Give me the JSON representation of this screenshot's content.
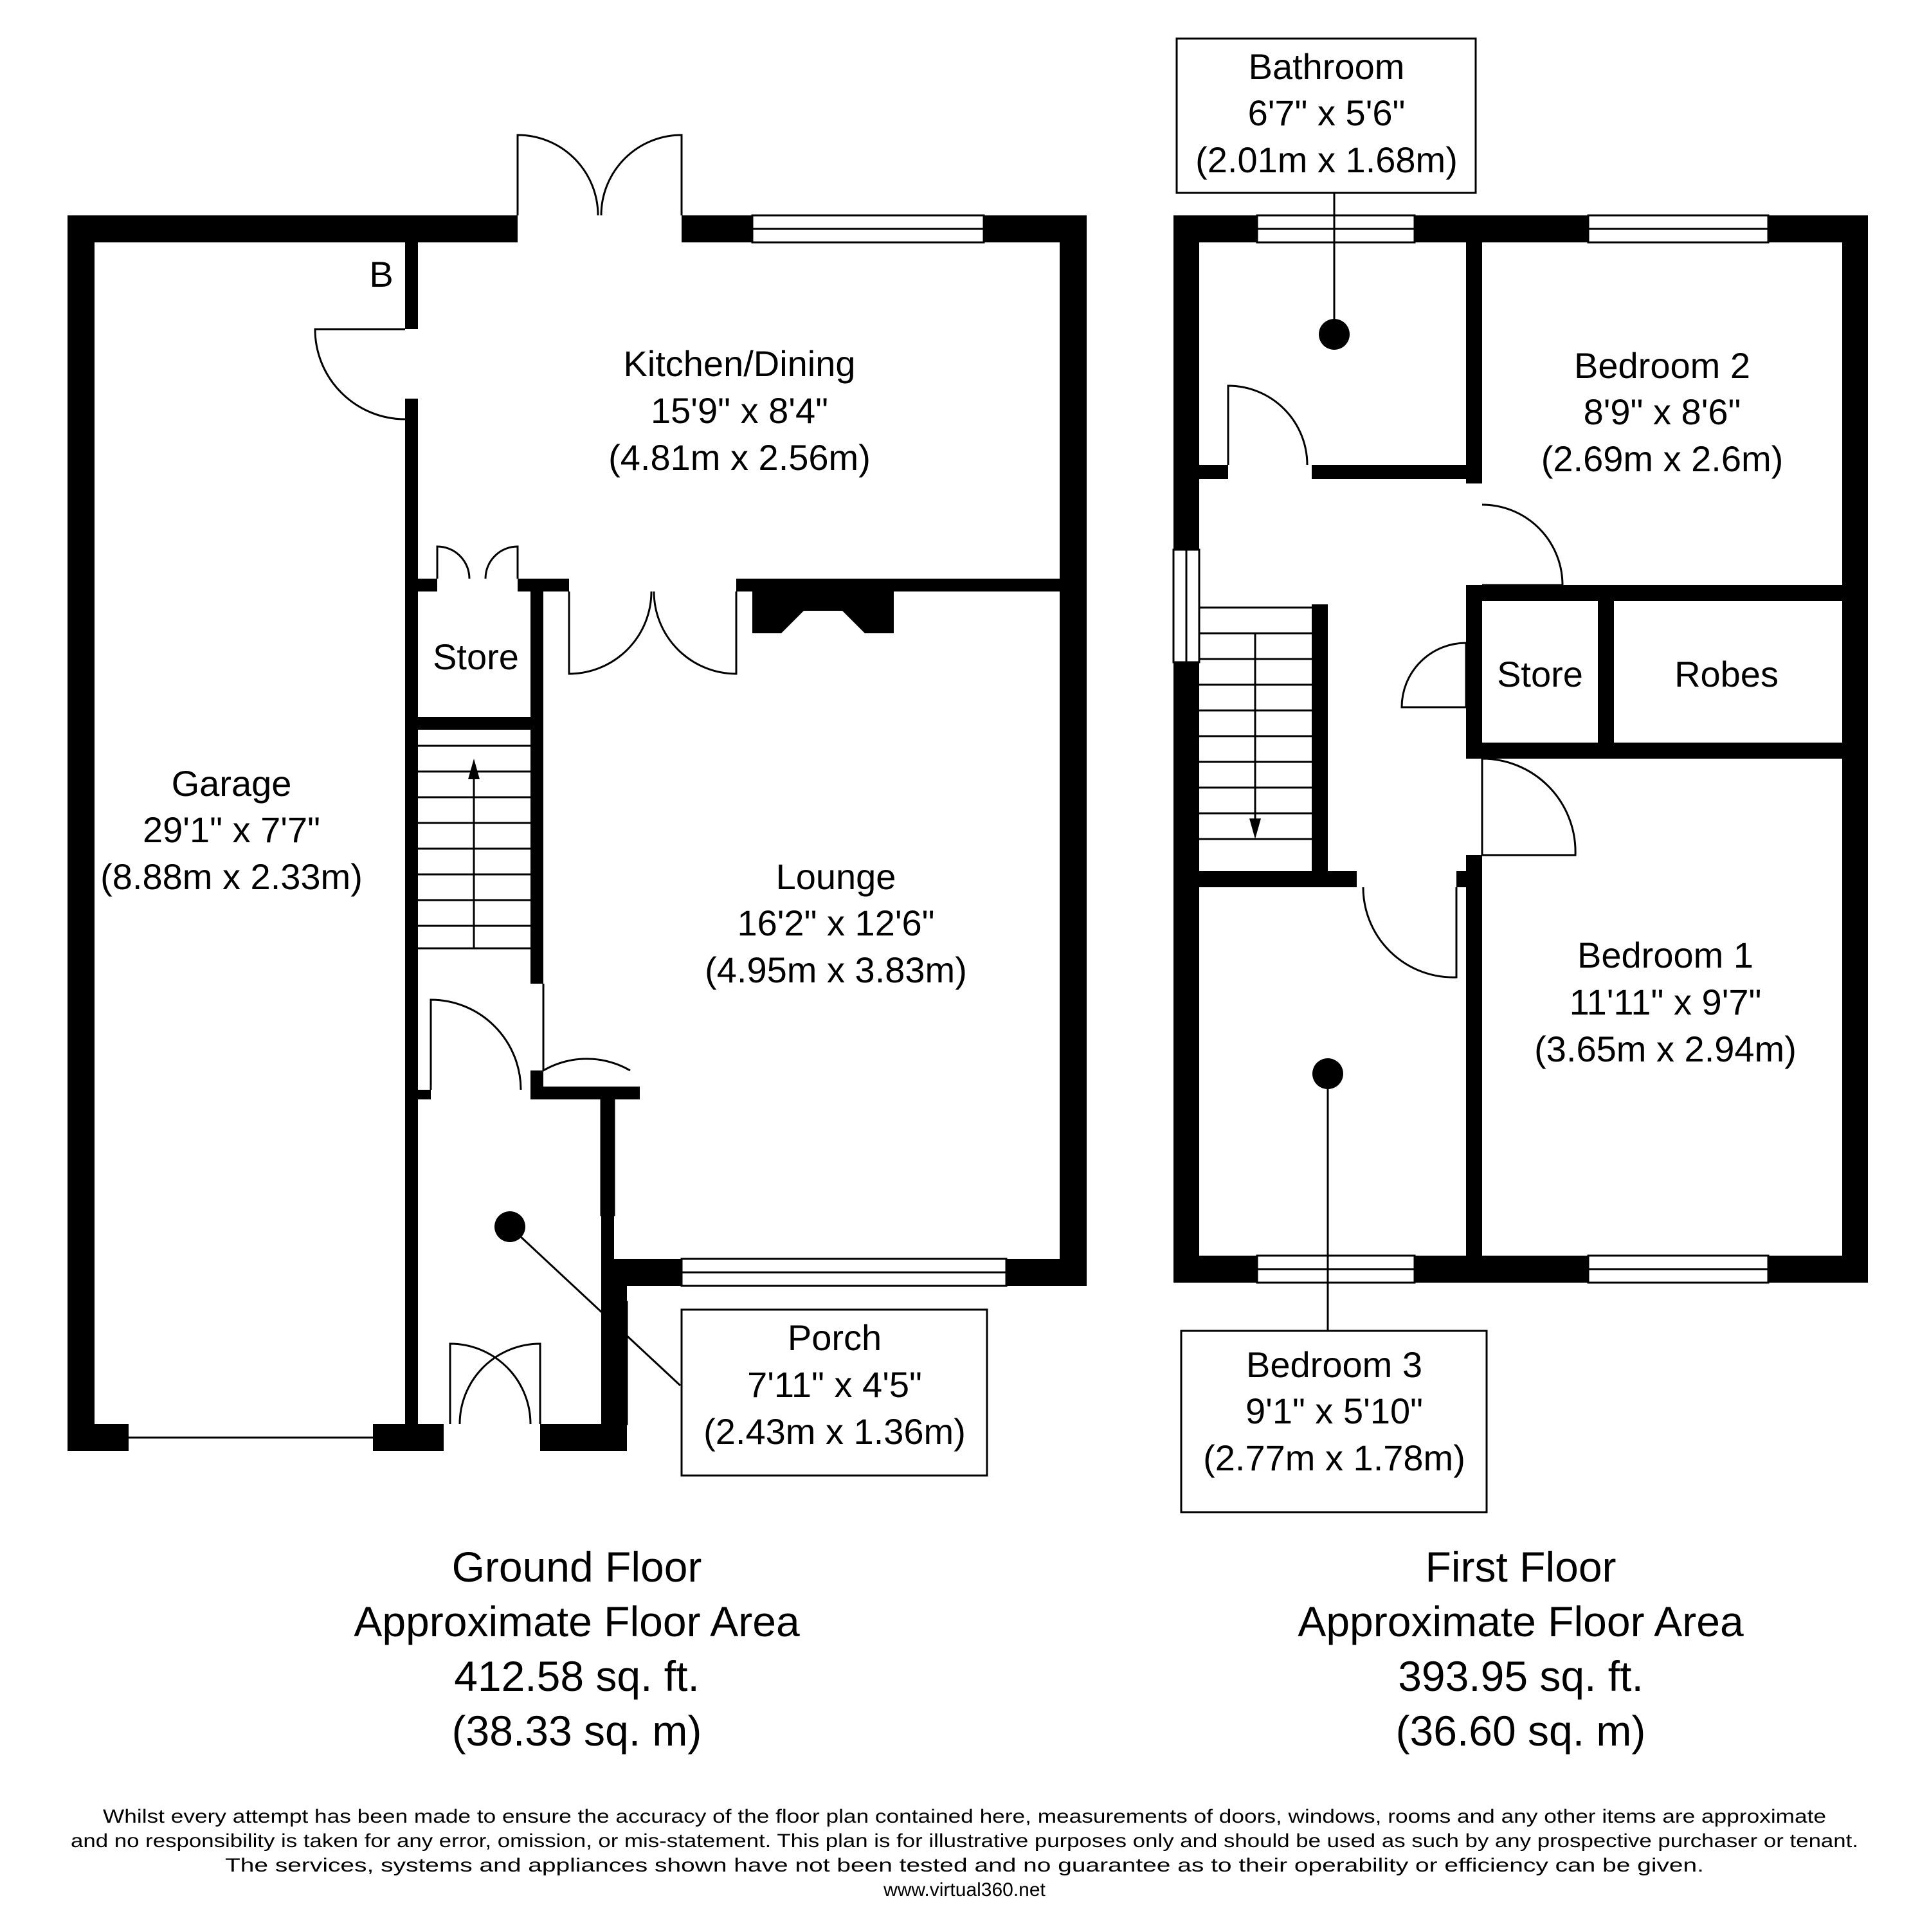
{
  "ground_floor": {
    "rooms": {
      "garage": {
        "name": "Garage",
        "imperial": "29'1\" x 7'7\"",
        "metric": "(8.88m x 2.33m)"
      },
      "kitchen": {
        "name": "Kitchen/Dining",
        "imperial": "15'9\" x 8'4\"",
        "metric": "(4.81m x 2.56m)"
      },
      "store": {
        "name": "Store"
      },
      "lounge": {
        "name": "Lounge",
        "imperial": "16'2\" x 12'6\"",
        "metric": "(4.95m x 3.83m)"
      },
      "porch": {
        "name": "Porch",
        "imperial": "7'11\" x 4'5\"",
        "metric": "(2.43m x 1.36m)"
      }
    },
    "boiler_marker": "B",
    "summary": {
      "title": "Ground Floor",
      "label": "Approximate Floor Area",
      "sqft": "412.58 sq. ft.",
      "sqm": "(38.33 sq. m)"
    }
  },
  "first_floor": {
    "rooms": {
      "bathroom": {
        "name": "Bathroom",
        "imperial": "6'7\" x 5'6\"",
        "metric": "(2.01m x 1.68m)"
      },
      "bedroom2": {
        "name": "Bedroom 2",
        "imperial": "8'9\" x 8'6\"",
        "metric": "(2.69m x 2.6m)"
      },
      "store": {
        "name": "Store"
      },
      "robes": {
        "name": "Robes"
      },
      "bedroom1": {
        "name": "Bedroom 1",
        "imperial": "11'11\" x 9'7\"",
        "metric": "(3.65m x 2.94m)"
      },
      "bedroom3": {
        "name": "Bedroom 3",
        "imperial": "9'1\" x 5'10\"",
        "metric": "(2.77m x 1.78m)"
      }
    },
    "summary": {
      "title": "First Floor",
      "label": "Approximate Floor Area",
      "sqft": "393.95 sq. ft.",
      "sqm": "(36.60 sq. m)"
    }
  },
  "disclaimer": {
    "line1": "Whilst every attempt has been made to ensure the accuracy of the floor plan contained here, measurements of doors, windows, rooms and any other items are approximate",
    "line2": "and no responsibility is taken for any error, omission, or mis-statement. This plan is for illustrative purposes only and should be used as such by any prospective purchaser or tenant.",
    "line3": "The services, systems and appliances shown have not been tested and no guarantee as to their operability or efficiency can be given.",
    "website": "www.virtual360.net"
  }
}
